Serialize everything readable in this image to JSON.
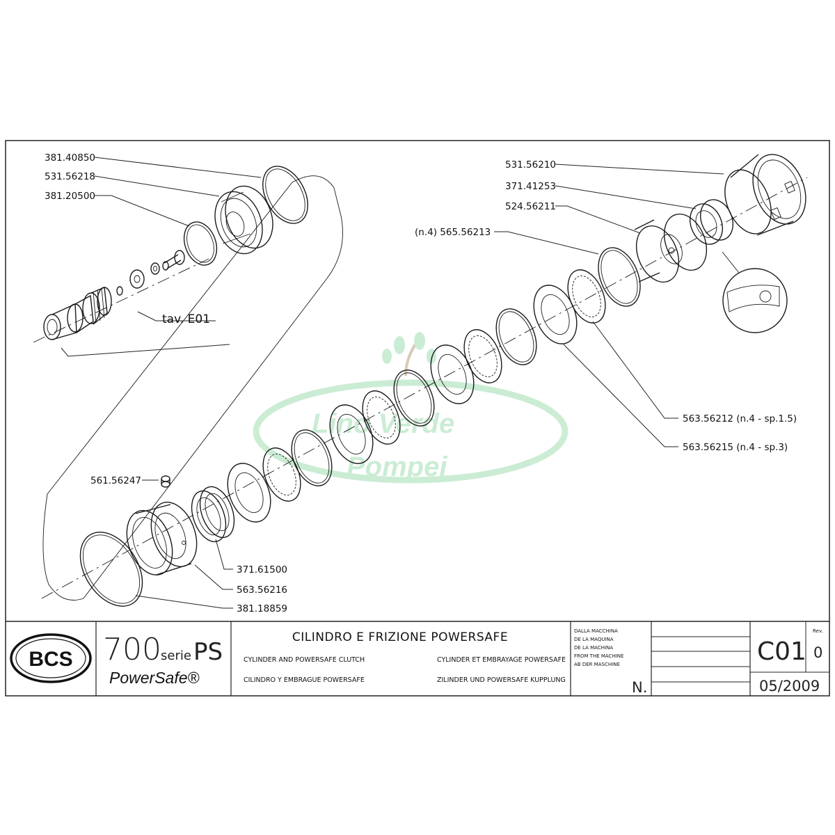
{
  "part_labels": [
    {
      "id": "p1",
      "text": "381.40850"
    },
    {
      "id": "p2",
      "text": "531.56218"
    },
    {
      "id": "p3",
      "text": "381.20500"
    },
    {
      "id": "p4",
      "text": "tav. E01"
    },
    {
      "id": "p5",
      "text": "531.56210"
    },
    {
      "id": "p6",
      "text": "371.41253"
    },
    {
      "id": "p7",
      "text": "524.56211"
    },
    {
      "id": "p8",
      "text": "(n.4) 565.56213"
    },
    {
      "id": "p9",
      "text": "563.56212 (n.4 - sp.1.5)"
    },
    {
      "id": "p10",
      "text": "563.56215 (n.4 - sp.3)"
    },
    {
      "id": "p11",
      "text": "561.56247"
    },
    {
      "id": "p12",
      "text": "371.61500"
    },
    {
      "id": "p13",
      "text": "563.56216"
    },
    {
      "id": "p14",
      "text": "381.18859"
    }
  ],
  "watermark": {
    "line1": "Lino Verde",
    "line2": "Pompei",
    "color": "#c9ecd2"
  },
  "title_block": {
    "brand": "BCS",
    "model_number": "700",
    "series_word": "serie",
    "series_code": "PS",
    "product_name": "PowerSafe®",
    "title_it": "CILINDRO E FRIZIONE POWERSAFE",
    "title_en": "CYLINDER AND POWERSAFE CLUTCH",
    "title_es": "CILINDRO Y EMBRAGUE POWERSAFE",
    "title_fr": "CYLINDER ET EMBRAYAGE POWERSAFE",
    "title_de": "ZILINDER UND POWERSAFE KUPPLUNG",
    "from_machine": [
      "DALLA MACCHINA",
      "DE LA MAQUINA",
      "DE LA MACHINA",
      "FROM THE MACHINE",
      "AB DER MASCHINE"
    ],
    "number_label": "N.",
    "table_code": "C01",
    "rev_label": "Rev.",
    "rev_value": "0",
    "date": "05/2009"
  }
}
